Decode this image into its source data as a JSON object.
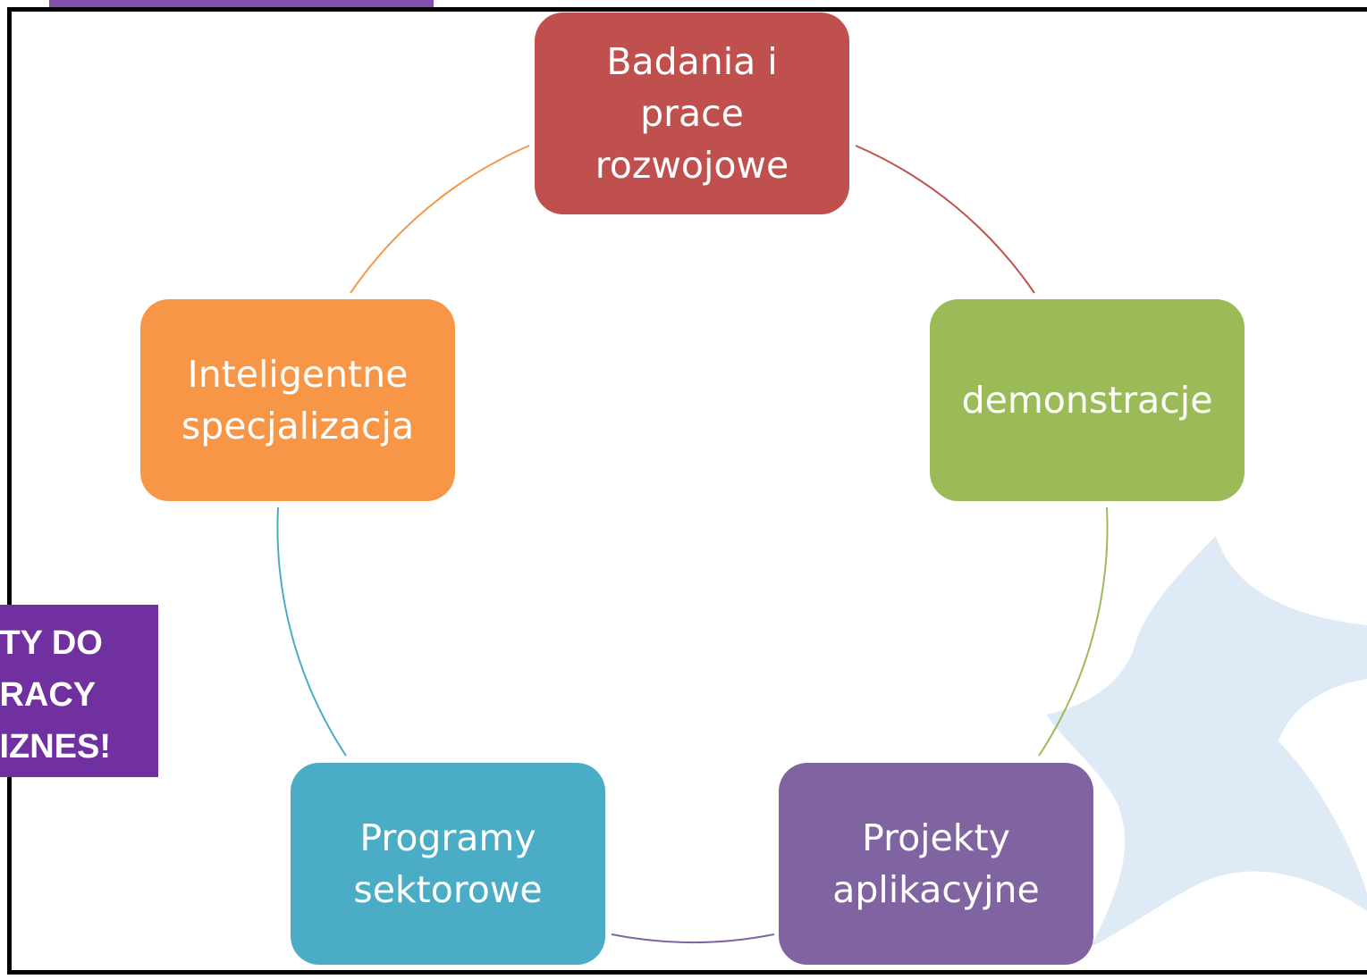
{
  "diagram": {
    "type": "cycle",
    "nodes": [
      {
        "id": "node-0",
        "label": "Badania i\nprace\nrozwojowe",
        "color": "#c0504d"
      },
      {
        "id": "node-1",
        "label": "demonstracje",
        "color": "#9bbb59"
      },
      {
        "id": "node-2",
        "label": "Projekty\naplikacyjne",
        "color": "#8064a2"
      },
      {
        "id": "node-3",
        "label": "Programy\nsektorowe",
        "color": "#4bacc6"
      },
      {
        "id": "node-4",
        "label": "Inteligentne\nspecjalizacja",
        "color": "#f79646"
      }
    ],
    "connectors": [
      {
        "from": "node-0",
        "to": "node-1",
        "color": "#c0504d"
      },
      {
        "from": "node-1",
        "to": "node-2",
        "color": "#9bbb59"
      },
      {
        "from": "node-2",
        "to": "node-3",
        "color": "#8064a2"
      },
      {
        "from": "node-3",
        "to": "node-4",
        "color": "#4bacc6"
      },
      {
        "from": "node-4",
        "to": "node-0",
        "color": "#f79646"
      }
    ]
  },
  "callout": {
    "text": "TY DO\nRACY\nIZNES!",
    "color": "#7030a0"
  },
  "background_decoration": {
    "icon": "star-watermark-icon",
    "color": "#dbe8f6"
  }
}
